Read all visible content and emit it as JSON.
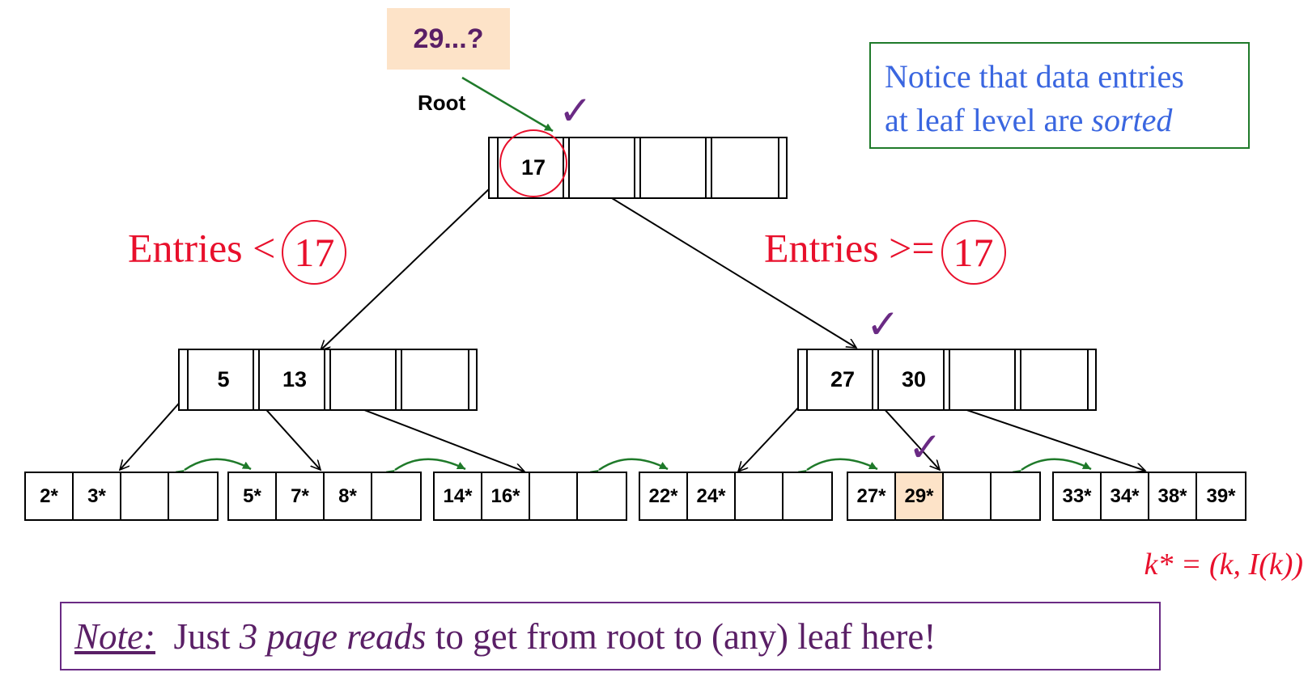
{
  "search_key": "29...?",
  "root_label": "Root",
  "check_mark": "✓",
  "root_node": {
    "keys": [
      "17",
      "",
      "",
      ""
    ]
  },
  "left_range": {
    "prefix": "Entries <",
    "key": "17"
  },
  "right_range": {
    "prefix": "Entries >=",
    "key": "17"
  },
  "left_inner": {
    "keys": [
      "5",
      "13",
      "",
      ""
    ]
  },
  "right_inner": {
    "keys": [
      "27",
      "30",
      "",
      ""
    ]
  },
  "leaves": [
    {
      "entries": [
        "2*",
        "3*",
        "",
        ""
      ]
    },
    {
      "entries": [
        "5*",
        "7*",
        "8*",
        ""
      ]
    },
    {
      "entries": [
        "14*",
        "16*",
        "",
        ""
      ]
    },
    {
      "entries": [
        "22*",
        "24*",
        "",
        ""
      ]
    },
    {
      "entries": [
        "27*",
        "29*",
        "",
        ""
      ]
    },
    {
      "entries": [
        "33*",
        "34*",
        "38*",
        "39*"
      ]
    }
  ],
  "notice": {
    "line1": "Notice that data entries",
    "line2_prefix": "at leaf level are ",
    "line2_italic": "sorted"
  },
  "formula": "k* = (k, I(k))",
  "note": {
    "label": "Note:",
    "t1": "  Just ",
    "t2": "3 page reads",
    "t3": " to get from root to (any) leaf here!"
  },
  "colors": {
    "red": "#e8102c",
    "purple": "#6a2a84",
    "green": "#1f7a2a",
    "blue": "#3a66e0",
    "highlight": "#fde3c8"
  }
}
